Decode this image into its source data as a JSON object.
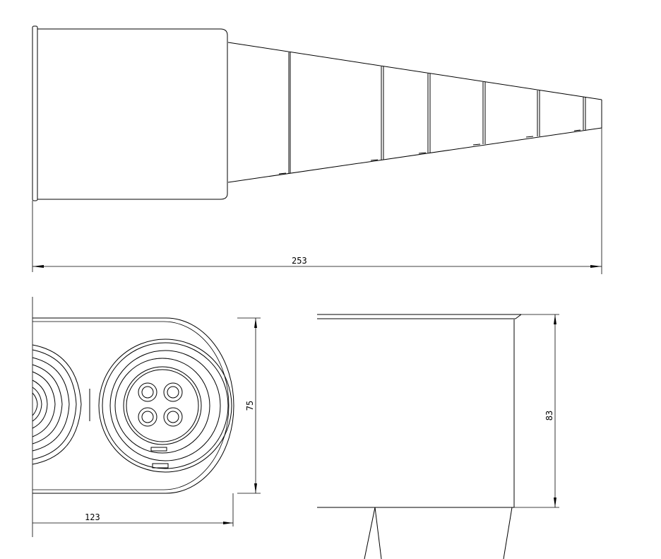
{
  "colors": {
    "background": "#ffffff",
    "line": "#000000"
  },
  "dimensions": {
    "total_length": "253",
    "oval_height": "75",
    "oval_width": "123",
    "side_height": "83"
  }
}
